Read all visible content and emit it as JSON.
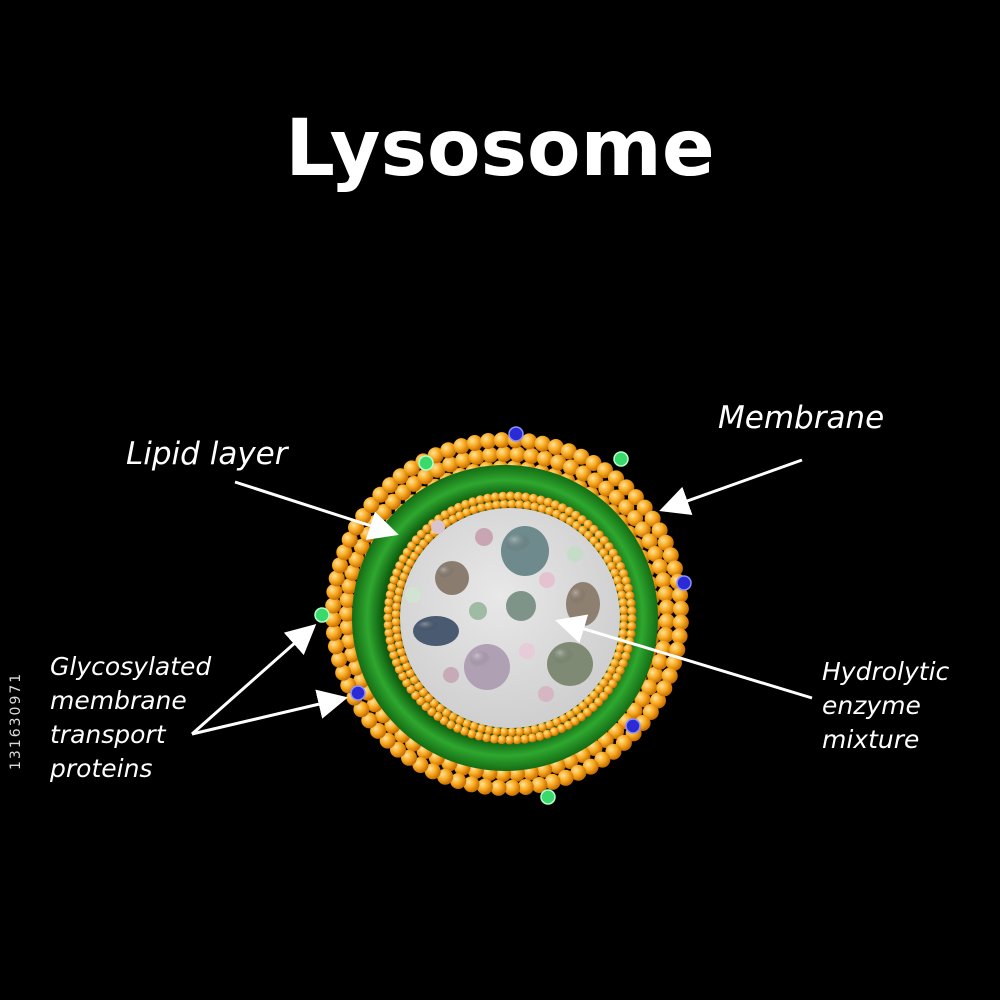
{
  "title": "Lysosome",
  "labels": {
    "lipid_layer": "Lipid layer",
    "membrane": "Membrane",
    "glycosylated": [
      "Glycosylated",
      "membrane",
      "transport",
      "proteins"
    ],
    "hydrolytic": [
      "Hydrolytic",
      "enzyme",
      "mixture"
    ]
  },
  "stock_id": "131630971",
  "colors": {
    "background": "#000000",
    "lipid_beads": "#f5a623",
    "membrane_green": "#1e8a1e",
    "lumen": "#d9d9d9",
    "protein_green": "#39d96b",
    "protein_blue": "#2b2bd6"
  }
}
